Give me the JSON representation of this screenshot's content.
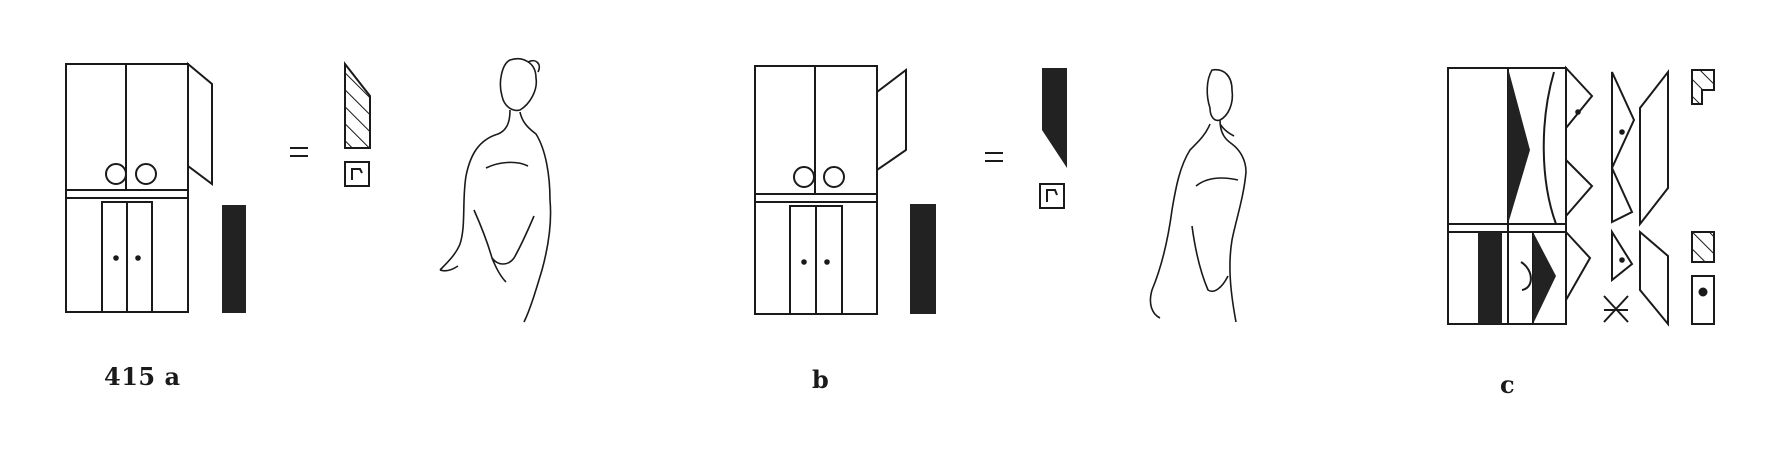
{
  "figures": [
    {
      "label": "415 a",
      "lower_bar": "solid",
      "upper_symbol": "hatched-tapered-slab"
    },
    {
      "label": "b",
      "lower_bar": "solid",
      "upper_symbol": "solid-tapered-slab"
    },
    {
      "label": "c",
      "style": "geometric-abstraction"
    }
  ],
  "equals_sign": "=",
  "colors": {
    "ink": "#1a1a1a",
    "fill": "#222222",
    "paper": "#ffffff"
  }
}
